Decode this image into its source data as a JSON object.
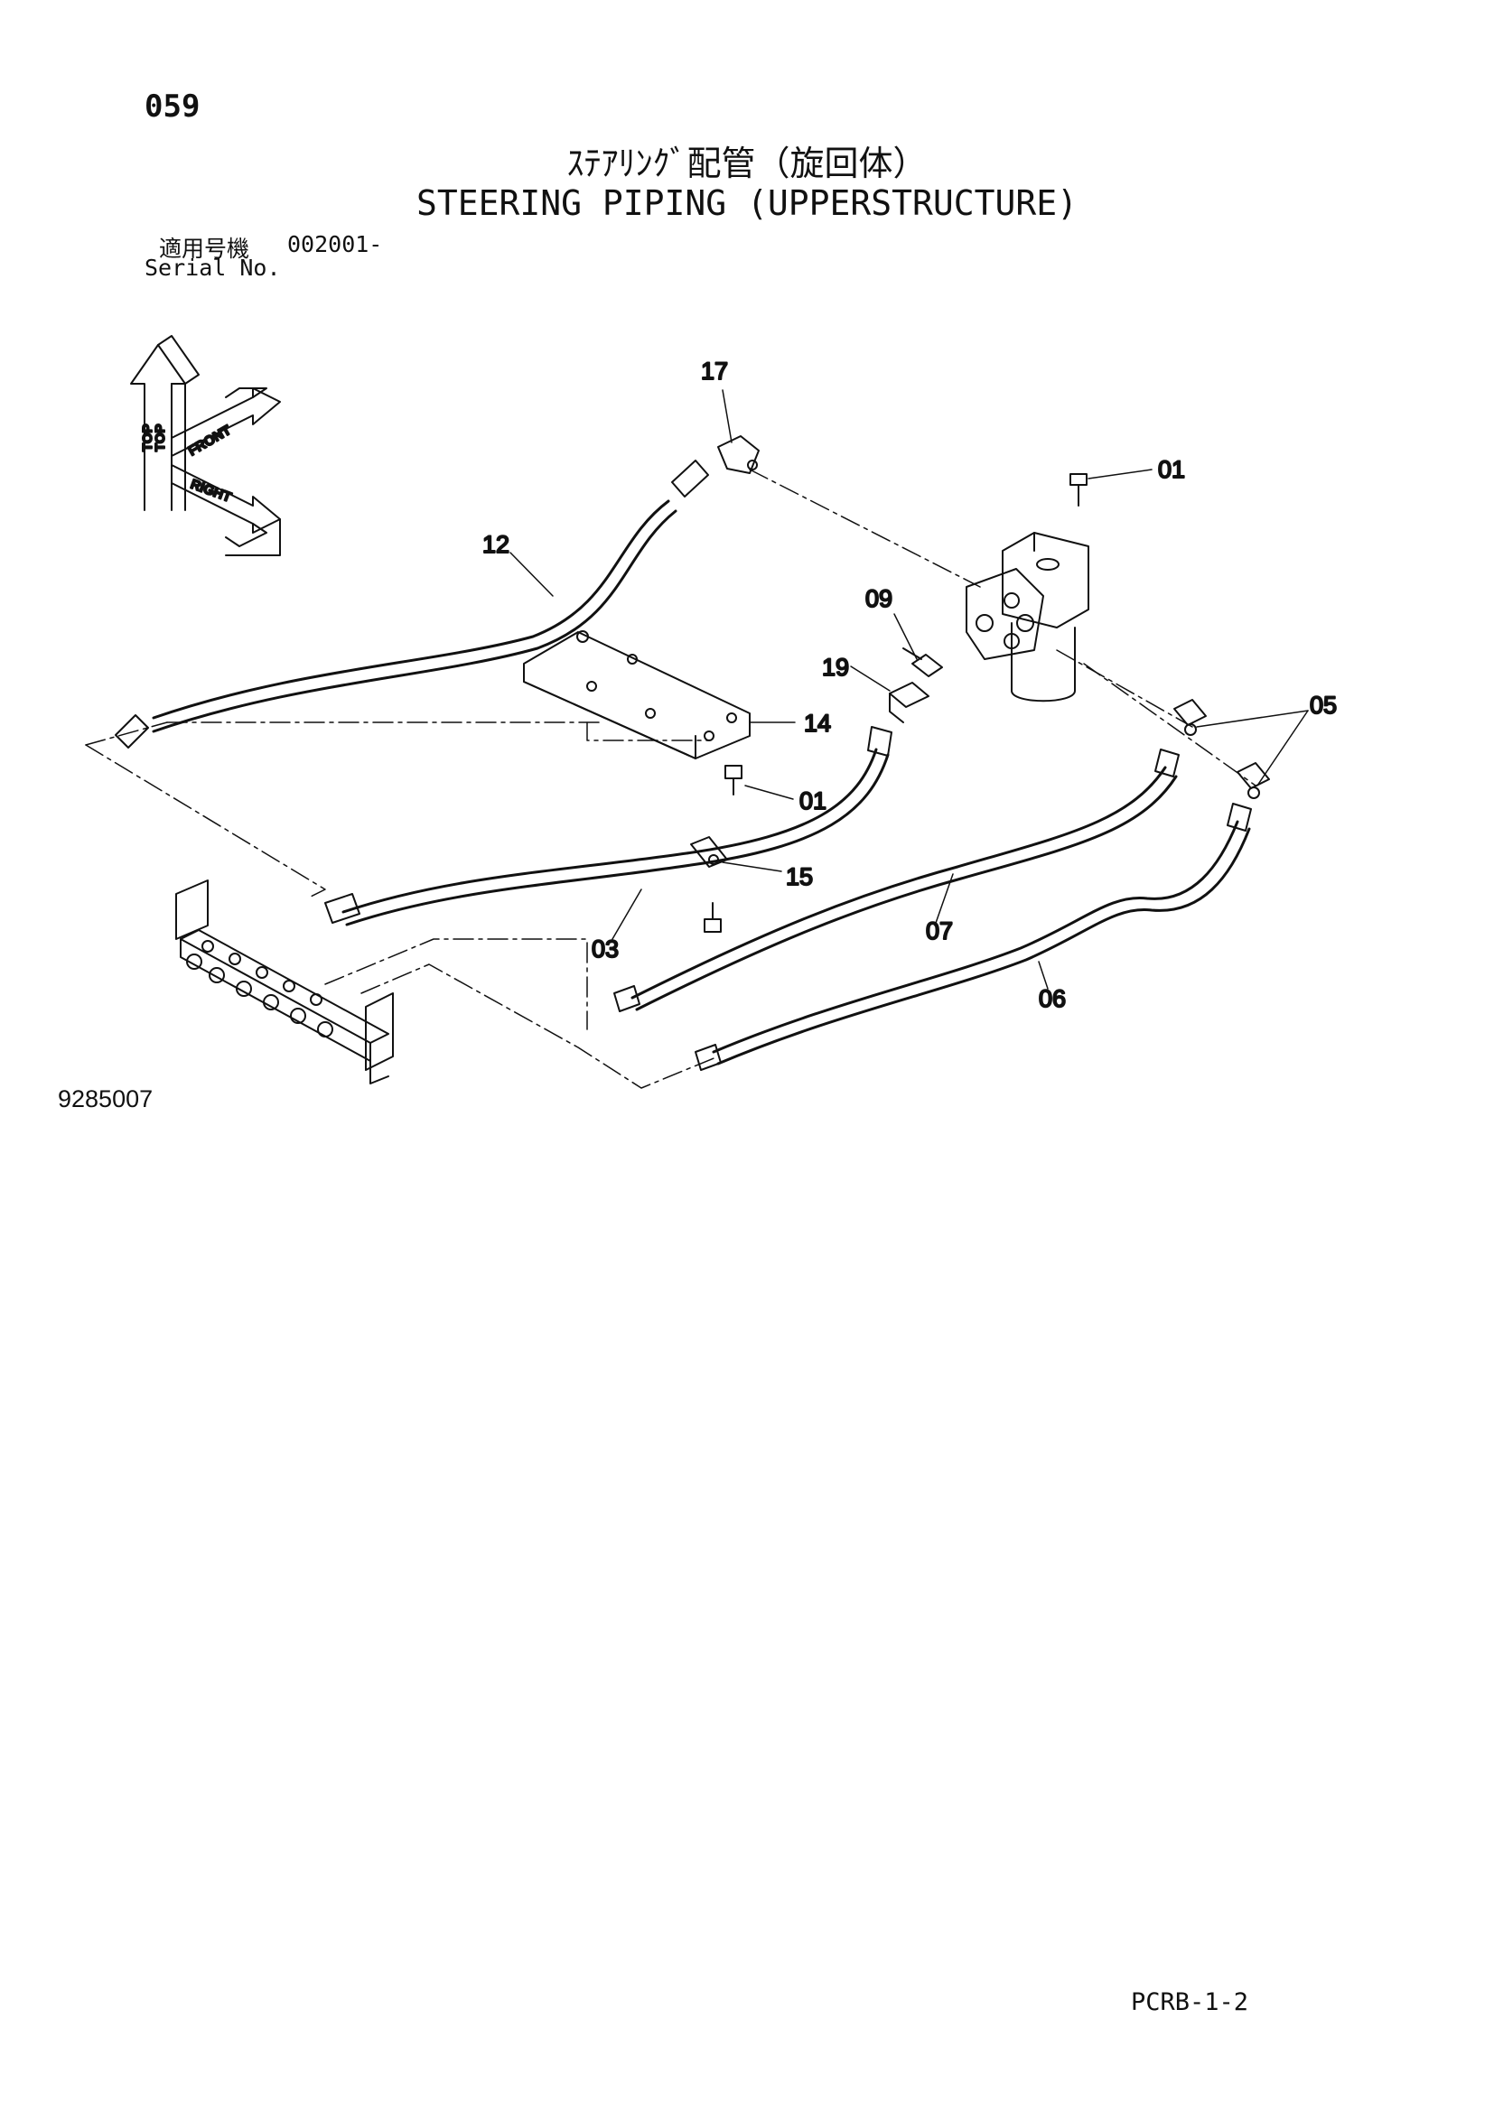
{
  "page_number": "059",
  "title_jp": "ｽﾃｱﾘﾝｸﾞ配管（旋回体）",
  "title_en": "STEERING PIPING (UPPERSTRUCTURE)",
  "serial": {
    "label_jp": "適用号機",
    "label_en": "Serial No.",
    "value": "002001-"
  },
  "orientation": {
    "top": "TOP",
    "front": "FRONT",
    "right": "RIGHT"
  },
  "part_labels": [
    "17",
    "01",
    "12",
    "09",
    "19",
    "14",
    "05",
    "01",
    "15",
    "03",
    "07",
    "06"
  ],
  "figure_number": "9285007",
  "page_code": "PCRB-1-2"
}
